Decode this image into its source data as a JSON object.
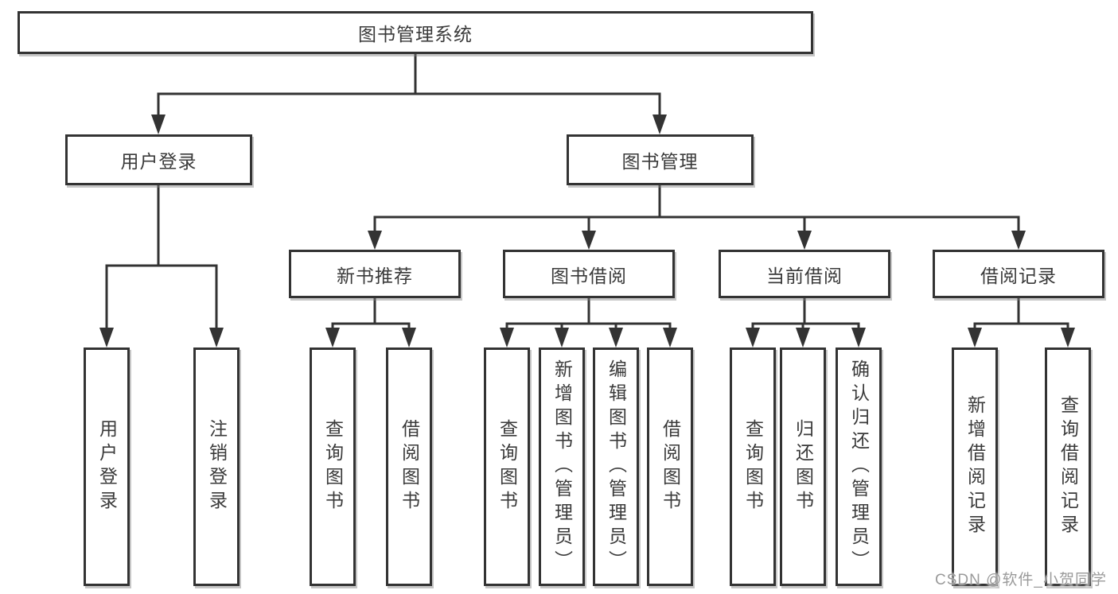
{
  "diagram": {
    "type": "tree",
    "root": {
      "label": "图书管理系统",
      "children": [
        {
          "label": "用户登录",
          "children": [
            {
              "label": "用户登录"
            },
            {
              "label": "注销登录"
            }
          ]
        },
        {
          "label": "图书管理",
          "children": [
            {
              "label": "新书推荐",
              "children": [
                {
                  "label": "查询图书"
                },
                {
                  "label": "借阅图书"
                }
              ]
            },
            {
              "label": "图书借阅",
              "children": [
                {
                  "label": "查询图书"
                },
                {
                  "label": "新增图书（管理员）"
                },
                {
                  "label": "编辑图书（管理员）"
                },
                {
                  "label": "借阅图书"
                }
              ]
            },
            {
              "label": "当前借阅",
              "children": [
                {
                  "label": "查询图书"
                },
                {
                  "label": "归还图书"
                },
                {
                  "label": "确认归还（管理员）"
                }
              ]
            },
            {
              "label": "借阅记录",
              "children": [
                {
                  "label": "新增借阅记录"
                },
                {
                  "label": "查询借阅记录"
                }
              ]
            }
          ]
        }
      ]
    }
  },
  "watermark": {
    "text": "CSDN @软件_小贺同学"
  },
  "colors": {
    "line": "#333333",
    "box_border": "#333333",
    "box_background": "#ffffff",
    "text": "#3a3a3a",
    "watermark": "#9a9a9a",
    "page_background": "#ffffff"
  }
}
